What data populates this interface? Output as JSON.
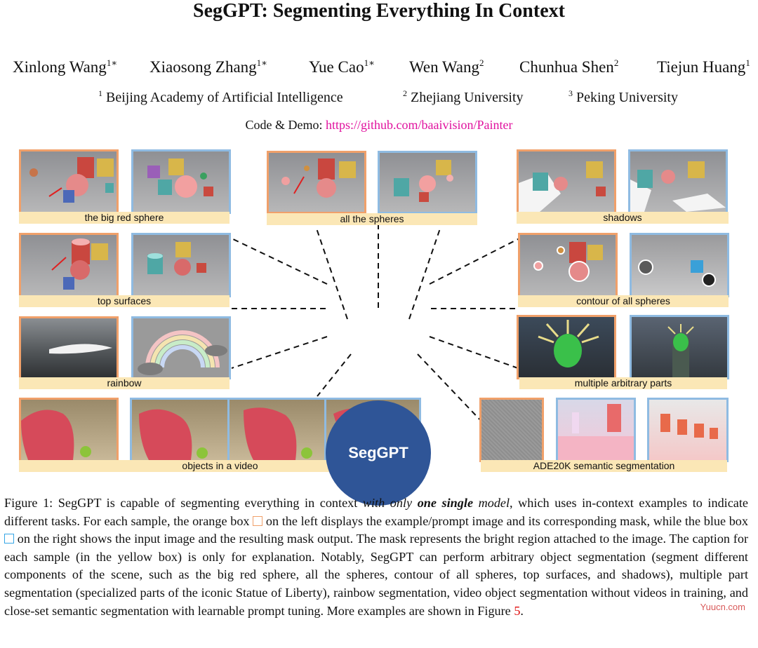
{
  "title": "SegGPT: Segmenting Everything In Context",
  "authors": [
    {
      "name": "Xinlong Wang",
      "sup": "1∗"
    },
    {
      "name": "Xiaosong Zhang",
      "sup": "1∗"
    },
    {
      "name": "Yue Cao",
      "sup": "1∗"
    },
    {
      "name": "Wen Wang",
      "sup": "2"
    },
    {
      "name": "Chunhua Shen",
      "sup": "2"
    },
    {
      "name": "Tiejun Huang",
      "sup": "1"
    }
  ],
  "affiliations": [
    {
      "sup": "1",
      "name": "Beijing Academy of Artificial Intelligence"
    },
    {
      "sup": "2",
      "name": "Zhejiang University"
    },
    {
      "sup": "3",
      "name": "Peking University"
    }
  ],
  "code_label": "Code & Demo:",
  "code_url": "https://github.com/baaivision/Painter",
  "hub_label": "SegGPT",
  "captions": {
    "big_red_sphere": "the big red sphere",
    "all_spheres": "all the spheres",
    "shadows": "shadows",
    "top_surfaces": "top surfaces",
    "contour": "contour of all spheres",
    "rainbow": "rainbow",
    "multiple_parts": "multiple arbitrary parts",
    "video": "objects in a video",
    "ade20k": "ADE20K semantic segmentation"
  },
  "figure_caption": {
    "p1": "Figure 1: SegGPT is capable of segmenting everything in context ",
    "with_only": "with only ",
    "one_single": "one single",
    "model": " model",
    "p2": ", which uses in-context examples to indicate different tasks. For each sample, the orange box ",
    "p3": " on the left displays the example/prompt image and its corresponding mask, while the blue box ",
    "p4": " on the right shows the input image and the resulting mask output. The mask represents the bright region attached to the image. The caption for each sample (in the yellow box) is only for explanation. Notably, SegGPT can perform arbitrary object segmentation (segment different components of the scene, such as the big red sphere, all the spheres, contour of all spheres, top surfaces, and shadows), multiple part segmentation (specialized parts of the iconic Statue of Liberty), rainbow segmentation, video object segmentation without videos in training, and close-set semantic segmentation with learnable prompt tuning. More examples are shown in Figure ",
    "fig_ref": "5",
    "p5": "."
  },
  "watermark": "Yuucn.com",
  "colors": {
    "prompt_box": "#f0a06a",
    "input_box": "#8fbbe2",
    "caption_bg": "#fbe7b6",
    "hub": "#2f5597",
    "link": "#e0119e"
  }
}
